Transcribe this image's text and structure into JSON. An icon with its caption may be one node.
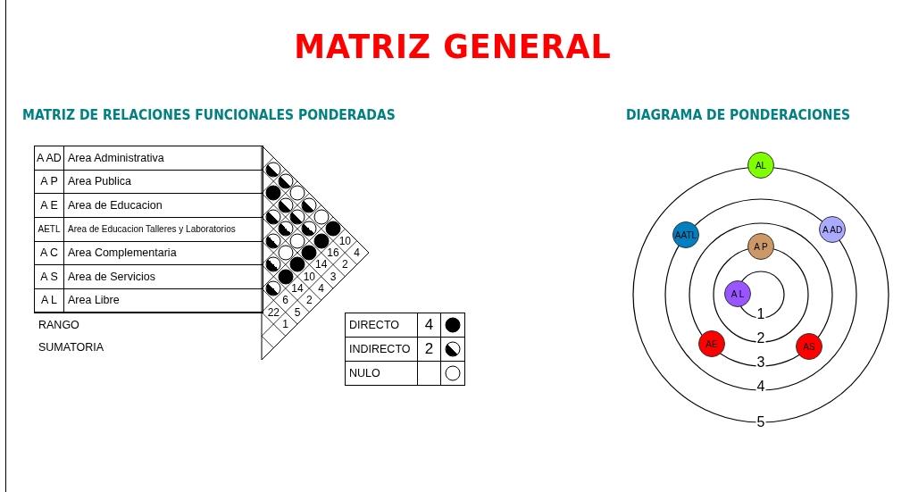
{
  "diagram": {
    "title": "MATRIZ GENERAL",
    "nodes": [
      {
        "text": [],
        "shape": "halfdisc"
      },
      {
        "text": [],
        "shape": "halfdisc"
      },
      {
        "text": [],
        "shape": "disc"
      },
      {
        "text": [],
        "shape": "circle"
      },
      {
        "text": [],
        "shape": "halfdisc"
      },
      {
        "text": [],
        "shape": "halfdisc"
      },
      {
        "text": [],
        "shape": "halfdisc"
      },
      {
        "text": [],
        "shape": "halfdisc"
      },
      {
        "text": [],
        "shape": "circle"
      },
      {
        "text": [],
        "shape": "halfdisc"
      },
      {
        "text": [],
        "shape": "halfdisc"
      },
      {
        "text": [],
        "shape": "disc"
      },
      {
        "text": [],
        "shape": "halfdisc"
      },
      {
        "text": [],
        "shape": "circle"
      },
      {
        "text": [],
        "shape": "disc"
      },
      {
        "text": [],
        "shape": "circle"
      },
      {
        "text": [],
        "shape": "disc"
      },
      {
        "text": [],
        "shape": "halfdisc"
      },
      {
        "text": [],
        "shape": "disc"
      },
      {
        "text": [],
        "shape": "disc"
      },
      {
        "text": [],
        "shape": "halfdisc"
      },
      {
        "text": [
          "AL"
        ]
      },
      {
        "text": [
          "A AD"
        ]
      },
      {
        "text": [
          "AATL"
        ]
      },
      {
        "text": [
          "A P"
        ]
      },
      {
        "text": [
          "A L"
        ]
      },
      {
        "text": [
          "AE"
        ]
      },
      {
        "text": [
          "AS"
        ]
      }
    ],
    "labels": [
      "MATRIZ DE RELACIONES FUNCIONALES PONDERADAS",
      "DIAGRAMA DE PONDERACIONES",
      "A AD",
      "Area Administrativa",
      "A P",
      "Area Publica",
      "A E",
      "Area de Educacion",
      "AETL",
      "Area de Educacion Talleres y Laboratorios",
      "A C",
      "Area Complementaria",
      "A S",
      "Area de Servicios",
      "A L",
      "Area Libre",
      "RANGO",
      "SUMATORIA",
      "10",
      "16",
      "4",
      "14",
      "2",
      "10",
      "3",
      "14",
      "4",
      "6",
      "2",
      "22",
      "5",
      "1",
      "4",
      "2",
      "1",
      "2",
      "3",
      "4",
      "5"
    ],
    "legend": [
      {
        "text": "DIRECTO"
      },
      {
        "text": "INDIRECTO"
      },
      {
        "text": "NULO"
      }
    ]
  }
}
